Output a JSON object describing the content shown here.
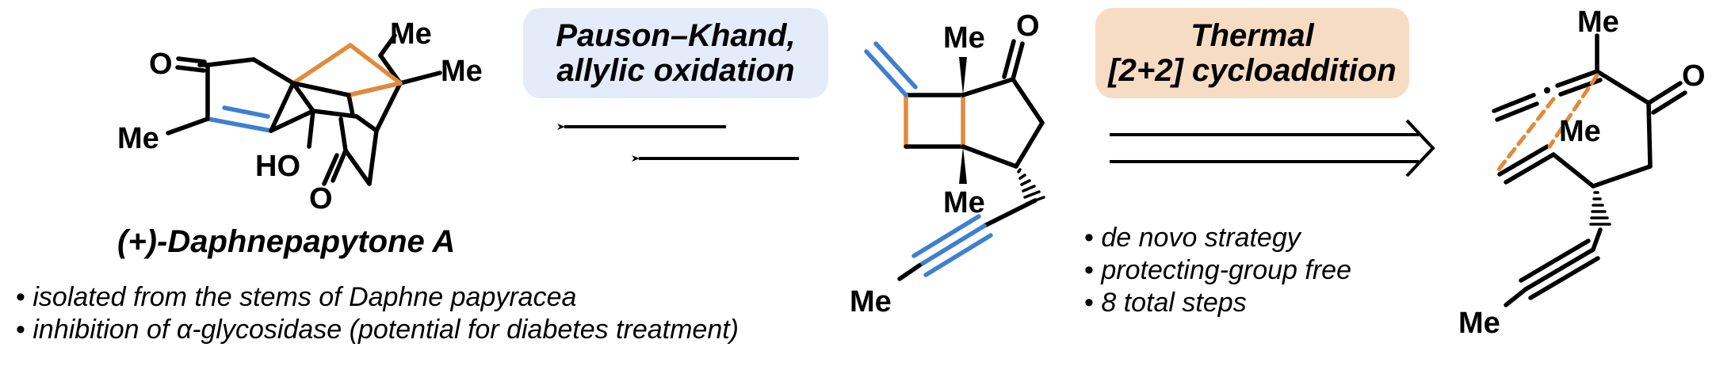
{
  "reagents_left": {
    "line1": "Pauson–Khand,",
    "line2": "allylic oxidation"
  },
  "reagents_right": {
    "line1": "Thermal",
    "line2": "[2+2] cycloaddition"
  },
  "product_name": "(+)-Daphnepapytone A",
  "product_notes": [
    "isolated from the stems of Daphne papyracea",
    "inhibition of α-glycosidase (potential for diabetes treatment)"
  ],
  "strategy_notes": [
    "de novo strategy",
    "protecting-group free",
    "8 total steps"
  ],
  "atom_labels": {
    "me": "Me",
    "o": "O",
    "ho": "HO"
  },
  "colors": {
    "blue": "#3f7fcf",
    "orange": "#e28a3a",
    "pill_blue": "#e4ecfa",
    "pill_orange": "#f7dcc4"
  }
}
